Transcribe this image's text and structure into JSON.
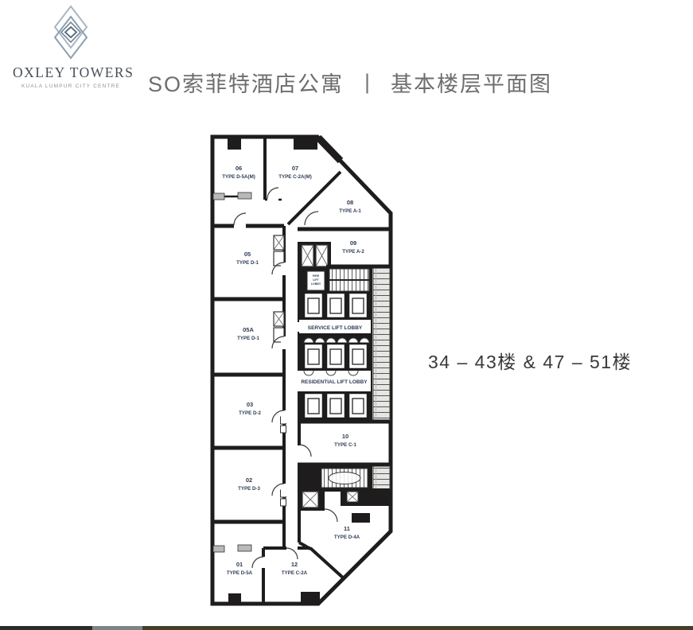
{
  "logo": {
    "icon": "diamond-lattice-icon",
    "name": "OXLEY TOWERS",
    "tagline": "KUALA LUMPUR CITY CENTRE"
  },
  "title": {
    "project": "SO索菲特酒店公寓",
    "separator": "|",
    "page": "基本楼层平面图"
  },
  "floor_label": "34 – 43楼 & 47 – 51楼",
  "floorplan": {
    "units": [
      {
        "number": "06",
        "type": "TYPE D-5A(M)"
      },
      {
        "number": "07",
        "type": "TYPE C-2A(M)"
      },
      {
        "number": "08",
        "type": "TYPE A-1"
      },
      {
        "number": "09",
        "type": "TYPE A-2"
      },
      {
        "number": "05",
        "type": "TYPE D-1"
      },
      {
        "number": "05A",
        "type": "TYPE D-1"
      },
      {
        "number": "03",
        "type": "TYPE D-2"
      },
      {
        "number": "02",
        "type": "TYPE D-3"
      },
      {
        "number": "01",
        "type": "TYPE D-5A"
      },
      {
        "number": "12",
        "type": "TYPE C-2A"
      },
      {
        "number": "10",
        "type": "TYPE C-1"
      },
      {
        "number": "11",
        "type": "TYPE D-4A"
      }
    ],
    "labels": {
      "service_lobby": "SERVICE LIFT LOBBY",
      "residential_lobby": "RESIDENTIAL LIFT LOBBY",
      "fire_lobby_lines": [
        "FIRE",
        "LIFT",
        "LOBBY"
      ]
    },
    "wall_color": "#1e1c1d",
    "label_color": "#2e3b54"
  },
  "footer": {
    "segment_colors": [
      "#2b2b29",
      "#7f8587",
      "#433f2a"
    ]
  }
}
